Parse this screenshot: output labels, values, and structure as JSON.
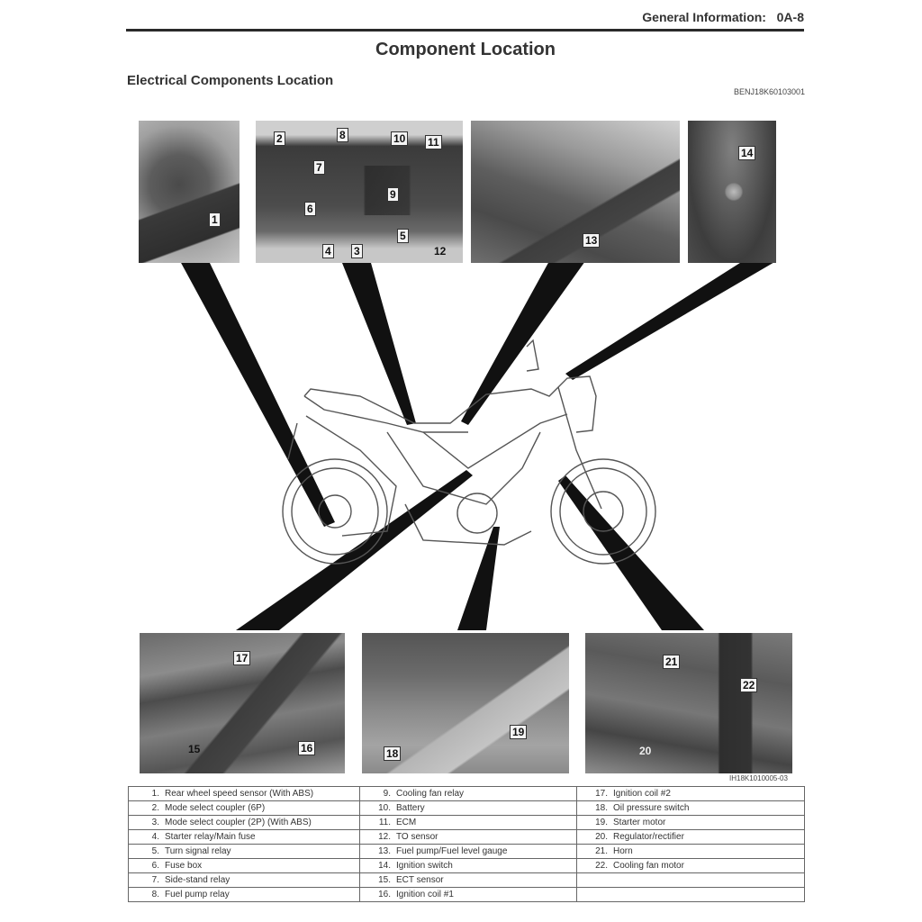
{
  "header": {
    "section": "General Information:",
    "page": "0A-8"
  },
  "page_title": "Component Location",
  "section_title": "Electrical Components Location",
  "ref_code": "BENJ18K60103001",
  "figure_code": "IH18K1010005-03",
  "photo_panels": [
    {
      "position": "top-1",
      "callouts": [
        "1"
      ]
    },
    {
      "position": "top-2",
      "callouts": [
        "2",
        "3",
        "4",
        "5",
        "6",
        "7",
        "8",
        "9",
        "10",
        "11",
        "12"
      ]
    },
    {
      "position": "top-3",
      "callouts": [
        "13"
      ]
    },
    {
      "position": "top-4",
      "callouts": [
        "14"
      ]
    },
    {
      "position": "bottom-1",
      "callouts": [
        "15",
        "16",
        "17"
      ]
    },
    {
      "position": "bottom-2",
      "callouts": [
        "18",
        "19"
      ]
    },
    {
      "position": "bottom-3",
      "callouts": [
        "20",
        "21",
        "22"
      ]
    }
  ],
  "legend": {
    "col1": [
      {
        "num": "1.",
        "label": "Rear wheel speed sensor (With ABS)"
      },
      {
        "num": "2.",
        "label": "Mode select coupler (6P)"
      },
      {
        "num": "3.",
        "label": "Mode select coupler (2P) (With ABS)"
      },
      {
        "num": "4.",
        "label": "Starter relay/Main fuse"
      },
      {
        "num": "5.",
        "label": "Turn signal relay"
      },
      {
        "num": "6.",
        "label": "Fuse box"
      },
      {
        "num": "7.",
        "label": "Side-stand relay"
      },
      {
        "num": "8.",
        "label": "Fuel pump relay"
      }
    ],
    "col2": [
      {
        "num": "9.",
        "label": "Cooling fan relay"
      },
      {
        "num": "10.",
        "label": "Battery"
      },
      {
        "num": "11.",
        "label": "ECM"
      },
      {
        "num": "12.",
        "label": "TO sensor"
      },
      {
        "num": "13.",
        "label": "Fuel pump/Fuel level gauge"
      },
      {
        "num": "14.",
        "label": "Ignition switch"
      },
      {
        "num": "15.",
        "label": "ECT sensor"
      },
      {
        "num": "16.",
        "label": "Ignition coil #1"
      }
    ],
    "col3": [
      {
        "num": "17.",
        "label": "Ignition coil #2"
      },
      {
        "num": "18.",
        "label": "Oil pressure switch"
      },
      {
        "num": "19.",
        "label": "Starter motor"
      },
      {
        "num": "20.",
        "label": "Regulator/rectifier"
      },
      {
        "num": "21.",
        "label": "Horn"
      },
      {
        "num": "22.",
        "label": "Cooling fan motor"
      },
      {
        "num": "",
        "label": ""
      },
      {
        "num": "",
        "label": ""
      }
    ]
  }
}
